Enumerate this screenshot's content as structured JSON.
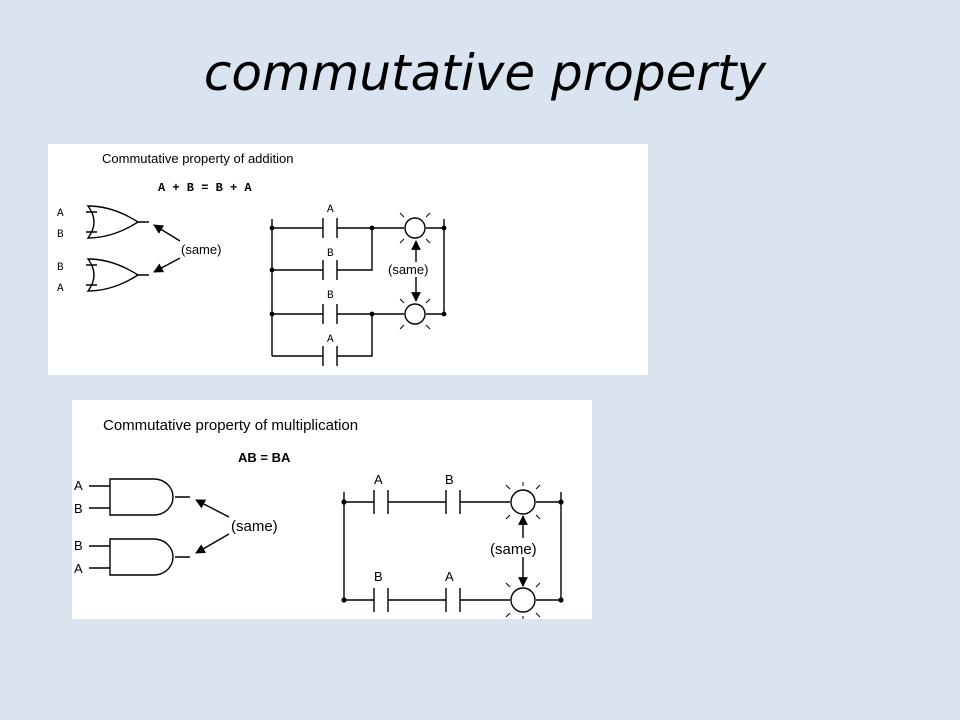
{
  "slide": {
    "title": "commutative property"
  },
  "addition": {
    "heading": "Commutative property of addition",
    "equation": "A + B = B + A",
    "gates": [
      {
        "top_input": "A",
        "bottom_input": "B"
      },
      {
        "top_input": "B",
        "bottom_input": "A"
      }
    ],
    "gate_same_label": "(same)",
    "ladder": {
      "rungs": [
        {
          "contacts": [
            "A",
            "B"
          ]
        },
        {
          "contacts": [
            "B",
            "A"
          ]
        }
      ],
      "same_label": "(same)"
    }
  },
  "multiplication": {
    "heading": "Commutative property of multiplication",
    "equation": "AB = BA",
    "gates": [
      {
        "top_input": "A",
        "bottom_input": "B"
      },
      {
        "top_input": "B",
        "bottom_input": "A"
      }
    ],
    "gate_same_label": "(same)",
    "ladder": {
      "rungs": [
        {
          "contacts": [
            "A",
            "B"
          ]
        },
        {
          "contacts": [
            "B",
            "A"
          ]
        }
      ],
      "same_label": "(same)"
    }
  }
}
